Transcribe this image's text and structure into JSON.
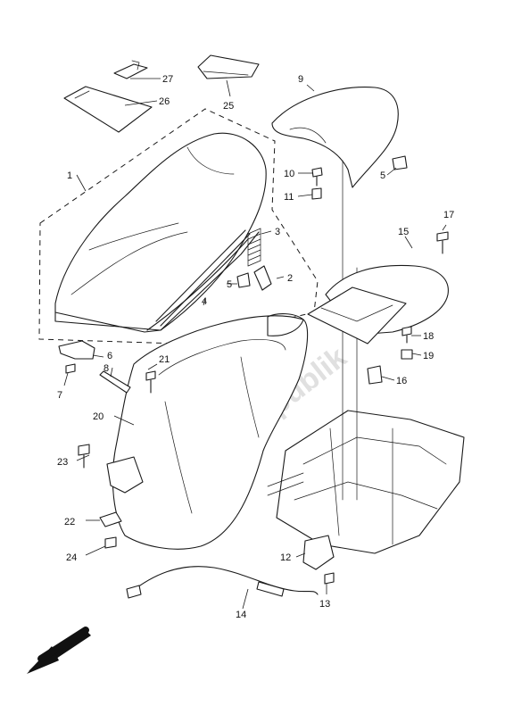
{
  "watermark": "PartsRepublik",
  "callouts": [
    {
      "id": "1",
      "label": "1"
    },
    {
      "id": "2",
      "label": "2"
    },
    {
      "id": "3",
      "label": "3"
    },
    {
      "id": "4",
      "label": "4"
    },
    {
      "id": "5a",
      "label": "5"
    },
    {
      "id": "5b",
      "label": "5"
    },
    {
      "id": "6",
      "label": "6"
    },
    {
      "id": "7",
      "label": "7"
    },
    {
      "id": "8",
      "label": "8"
    },
    {
      "id": "9",
      "label": "9"
    },
    {
      "id": "10",
      "label": "10"
    },
    {
      "id": "11",
      "label": "11"
    },
    {
      "id": "12",
      "label": "12"
    },
    {
      "id": "13",
      "label": "13"
    },
    {
      "id": "14",
      "label": "14"
    },
    {
      "id": "15",
      "label": "15"
    },
    {
      "id": "16",
      "label": "16"
    },
    {
      "id": "17",
      "label": "17"
    },
    {
      "id": "18",
      "label": "18"
    },
    {
      "id": "19",
      "label": "19"
    },
    {
      "id": "20",
      "label": "20"
    },
    {
      "id": "21",
      "label": "21"
    },
    {
      "id": "22",
      "label": "22"
    },
    {
      "id": "23",
      "label": "23"
    },
    {
      "id": "24",
      "label": "24"
    },
    {
      "id": "25",
      "label": "25"
    },
    {
      "id": "26",
      "label": "26"
    },
    {
      "id": "27",
      "label": "27"
    }
  ],
  "icons": {
    "direction_arrow": "front-direction-arrow-icon"
  }
}
